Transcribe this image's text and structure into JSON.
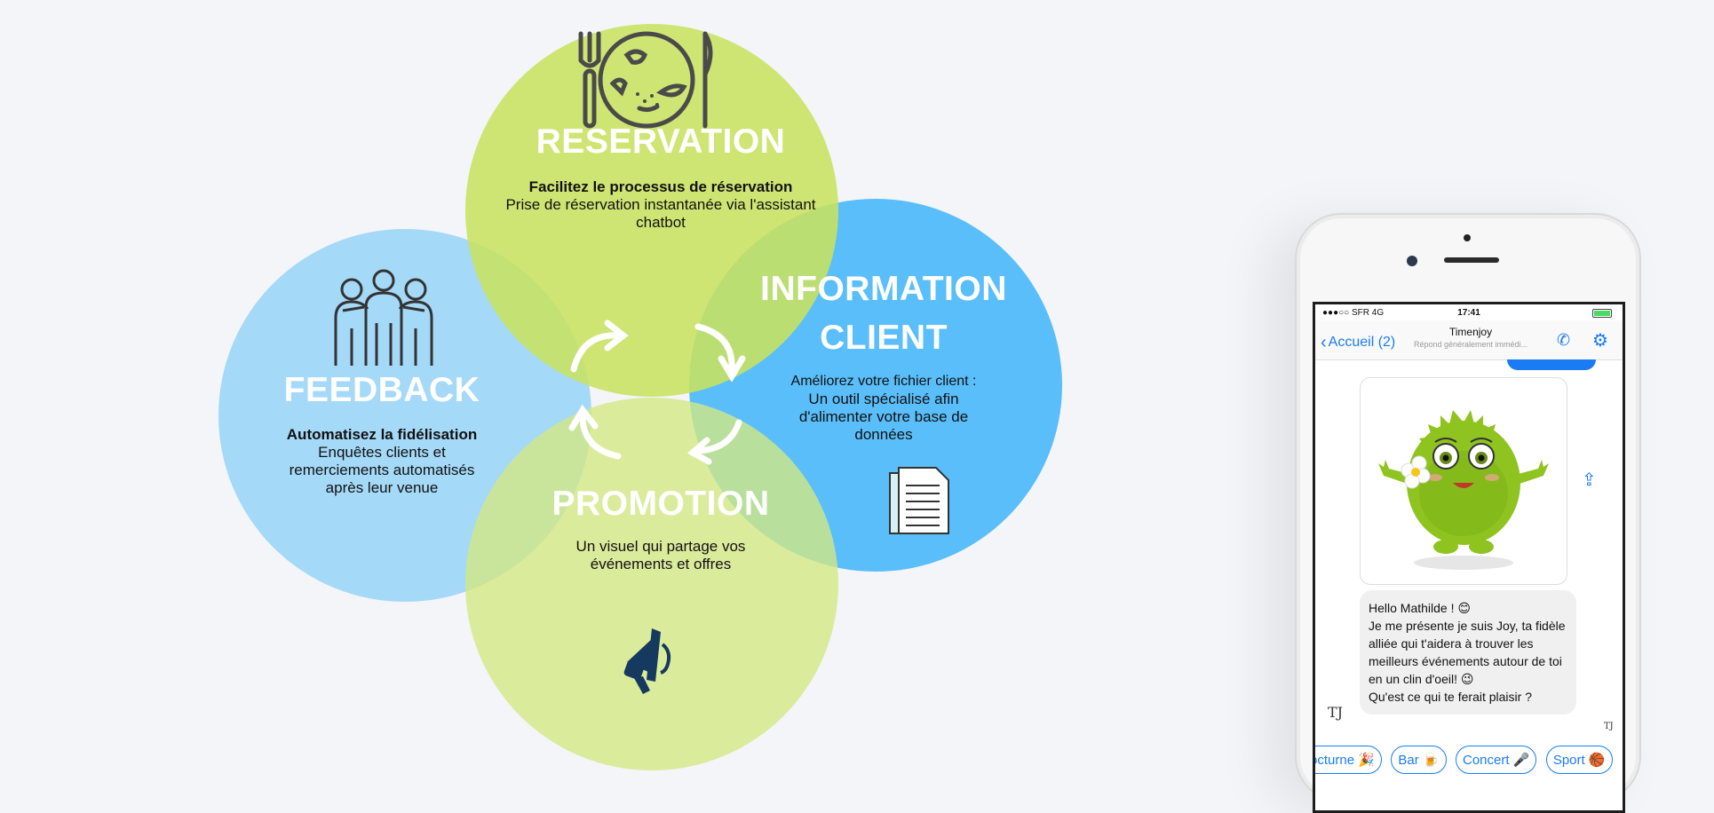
{
  "sections": {
    "reservation": {
      "title": "RESERVATION",
      "lead": "Facilitez le processus de réservation",
      "body": "Prise de réservation instantanée via l'assistant chatbot",
      "icon": "plate-fork-knife-icon",
      "color": "#c8e260"
    },
    "information": {
      "title_line1": "INFORMATION",
      "title_line2": "CLIENT",
      "lead": "Améliorez votre fichier client :",
      "body": "Un outil spécialisé afin d'alimenter votre base de données",
      "icon": "document-icon",
      "color": "#3eb4fa"
    },
    "feedback": {
      "title": "FEEDBACK",
      "lead": "Automatisez la fidélisation",
      "body": "Enquêtes clients et remerciements automatisés après leur venue",
      "icon": "people-group-icon",
      "color": "#96d4f8"
    },
    "promotion": {
      "title": "PROMOTION",
      "body": "Un visuel qui partage vos événements et offres",
      "icon": "megaphone-icon",
      "color": "#d4e882"
    }
  },
  "phone": {
    "status": {
      "carrier": "●●●○○ SFR  4G",
      "time": "17:41"
    },
    "nav": {
      "back": "Accueil (2)",
      "title": "Timenjoy",
      "subtitle": "Répond généralement immédi..."
    },
    "message": [
      "Hello Mathilde ! 😊",
      "Je me présente je suis Joy, ta fidèle alliée qui t'aidera à trouver les meilleurs événements autour de toi en un clin d'oeil! 😉",
      "Qu'est ce qui te ferait plaisir ?"
    ],
    "avatar_text": "TJ",
    "quick_replies": [
      "octurne 🎉",
      "Bar 🍺",
      "Concert 🎤",
      "Sport 🏀"
    ]
  }
}
